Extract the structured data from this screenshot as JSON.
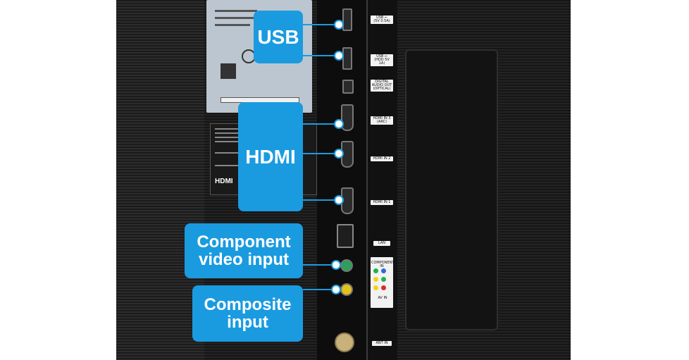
{
  "callouts": {
    "usb": "USB",
    "hdmi": "HDMI",
    "component": "Component\nvideo input",
    "composite": "Composite\ninput"
  },
  "panel_labels": {
    "usb1": "USB ⭠\n(5V 0.5A)",
    "usb2": "USB ⭠\n(HDD 5V 1A)",
    "optical": "DIGITAL\nAUDIO OUT\n(OPTICAL)",
    "hdmi3": "HDMI IN 3\n(ARC)",
    "hdmi2": "HDMI IN 2",
    "hdmi1": "HDMI IN 1",
    "lan": "LAN",
    "component": "COMPONENT\nIN",
    "av": "AV IN",
    "ant": "ANT IN"
  },
  "colors": {
    "callout": "#1a9be0",
    "component_green": "#22b14c",
    "component_blue": "#2d6bd6",
    "component_red": "#d62d2d",
    "composite_yellow": "#f1d21c"
  },
  "rating_label": {
    "hdmi_logo": "HDMI"
  }
}
